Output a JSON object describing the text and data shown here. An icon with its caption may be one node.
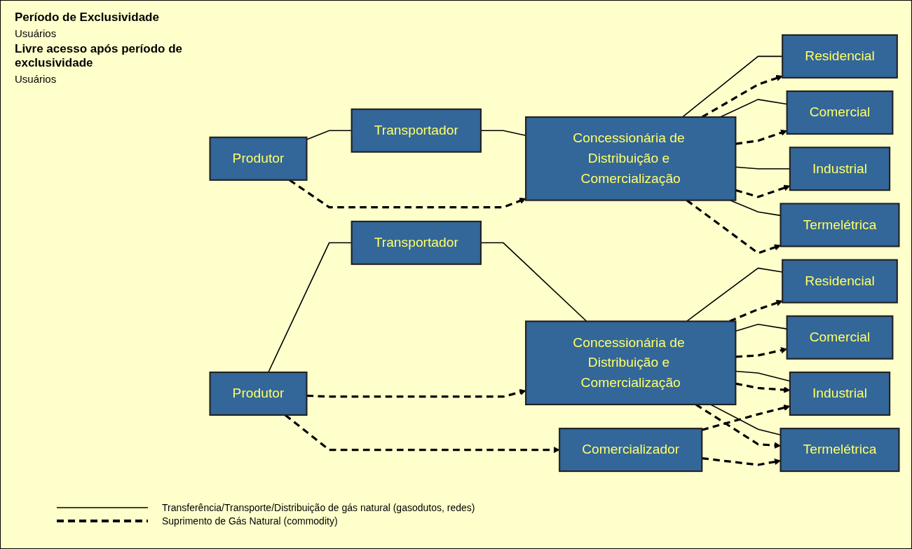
{
  "diagram": {
    "nodes": [
      {
        "text": [
          "Produtor"
        ]
      },
      {
        "text": [
          "Transportador"
        ]
      },
      {
        "text": [
          "Concessionária de Distribuição e Comercialização"
        ]
      },
      {
        "text": [
          "Residencial"
        ]
      },
      {
        "text": [
          "Comercial"
        ]
      },
      {
        "text": [
          "Industrial"
        ]
      },
      {
        "text": [
          "Termelétrica"
        ]
      },
      {
        "text": [
          "Produtor"
        ]
      },
      {
        "text": [
          "Transportador"
        ]
      },
      {
        "text": [
          "Concessionária de Distribuição e Comercialização"
        ]
      },
      {
        "text": [
          "Residencial"
        ]
      },
      {
        "text": [
          "Comercial"
        ]
      },
      {
        "text": [
          "Industrial"
        ]
      },
      {
        "text": [
          "Termelétrica"
        ]
      },
      {
        "text": [
          "Comercializador"
        ]
      }
    ],
    "edges": [
      {
        "from": 0,
        "to": 1,
        "arrow": "none"
      },
      {
        "from": 1,
        "to": 2,
        "arrow": "none"
      },
      {
        "from": 2,
        "to": 3,
        "arrow": "none"
      },
      {
        "from": 2,
        "to": 4,
        "arrow": "none"
      },
      {
        "from": 2,
        "to": 5,
        "arrow": "none"
      },
      {
        "from": 2,
        "to": 6,
        "arrow": "none"
      },
      {
        "from": 0,
        "to": 2,
        "arrow": "to",
        "style": "dashed"
      },
      {
        "from": 2,
        "to": 3,
        "arrow": "to",
        "style": "dashed"
      },
      {
        "from": 2,
        "to": 4,
        "arrow": "to",
        "style": "dashed"
      },
      {
        "from": 2,
        "to": 5,
        "arrow": "to",
        "style": "dashed"
      },
      {
        "from": 2,
        "to": 6,
        "arrow": "to",
        "style": "dashed"
      },
      {
        "from": 7,
        "to": 8,
        "arrow": "none"
      },
      {
        "from": 8,
        "to": 9,
        "arrow": "none"
      },
      {
        "from": 9,
        "to": 10,
        "arrow": "none"
      },
      {
        "from": 9,
        "to": 11,
        "arrow": "none"
      },
      {
        "from": 9,
        "to": 12,
        "arrow": "none"
      },
      {
        "from": 9,
        "to": 13,
        "arrow": "none"
      },
      {
        "from": 7,
        "to": 9,
        "arrow": "to",
        "style": "dashed"
      },
      {
        "from": 9,
        "to": 10,
        "arrow": "to",
        "style": "dashed"
      },
      {
        "from": 9,
        "to": 11,
        "arrow": "to",
        "style": "dashed"
      },
      {
        "from": 9,
        "to": 12,
        "arrow": "to",
        "style": "dashed"
      },
      {
        "from": 9,
        "to": 13,
        "arrow": "to",
        "style": "dashed"
      },
      {
        "from": 7,
        "to": 14,
        "arrow": "to",
        "style": "dashed"
      },
      {
        "from": 14,
        "to": 12,
        "arrow": "to",
        "style": "dashed"
      },
      {
        "from": 14,
        "to": 13,
        "arrow": "to",
        "style": "dashed"
      }
    ],
    "labels": [
      "Período de Exclusividade",
      "Usuários",
      "Livre acesso após período de exclusividade",
      "Usuários"
    ],
    "legend": [
      {
        "text": "Transferência/Transporte/Distribuição de gás natural (gasodutos, redes)"
      },
      {
        "text": "Suprimento de Gás Natural (commodity)"
      }
    ]
  }
}
